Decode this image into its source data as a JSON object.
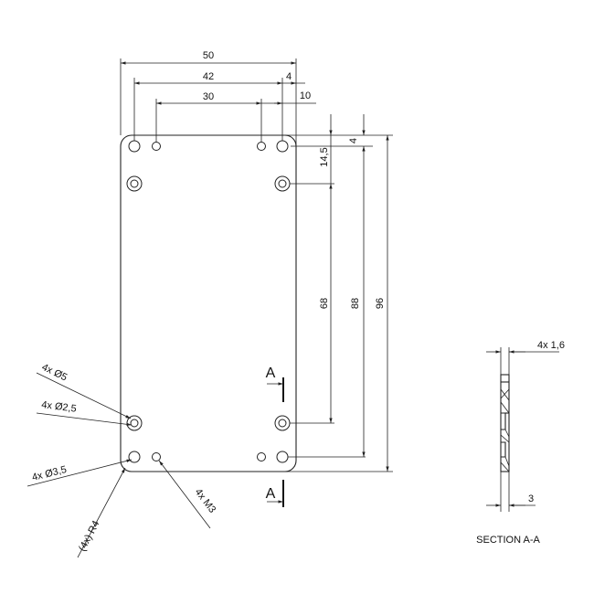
{
  "dimensions": {
    "width_overall": "50",
    "hole_span": "42",
    "thread_span": "30",
    "edge_offset_x": "4",
    "edge_offset_top": "10",
    "edge_offset_y": "4",
    "first_row": "14,5",
    "mid_span": "68",
    "hole_height": "88",
    "height_overall": "96"
  },
  "callouts": {
    "hole_d5": "4x Ø5",
    "hole_d25": "4x Ø2,5",
    "hole_d35": "4x Ø3,5",
    "corner_radius": "(4x) R4",
    "thread": "4x M3"
  },
  "section": {
    "marker": "A",
    "caption": "SECTION A-A",
    "thickness_top": "4x 1,6",
    "thickness_bottom": "3"
  },
  "colors": {
    "line": "#222222",
    "background": "#ffffff"
  }
}
